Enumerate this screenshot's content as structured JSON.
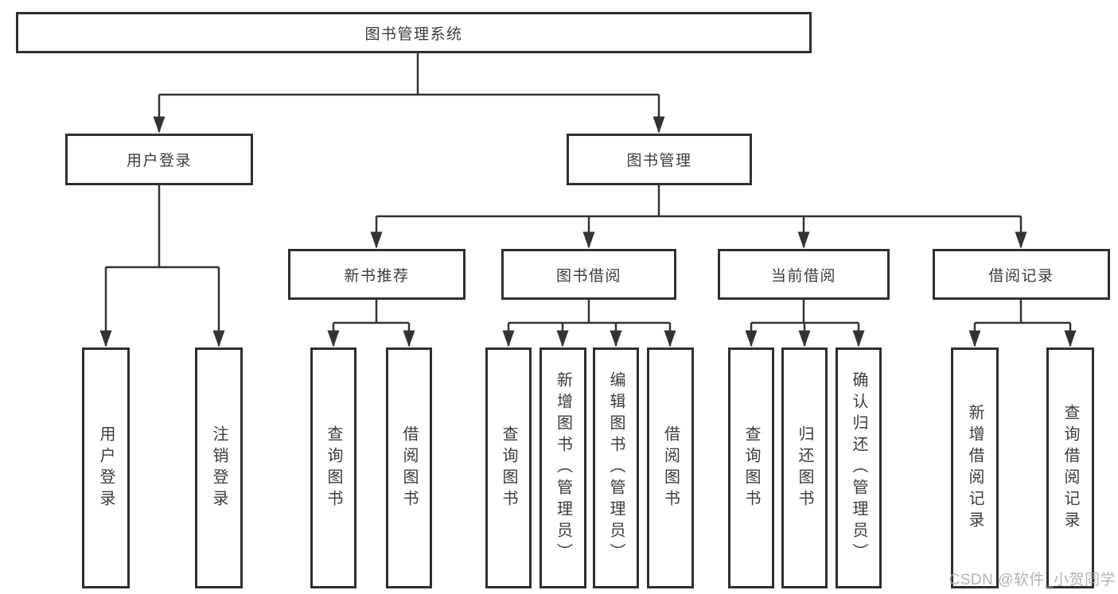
{
  "tree": {
    "root": {
      "label": "图书管理系统"
    },
    "level2": [
      {
        "label": "用户登录"
      },
      {
        "label": "图书管理"
      }
    ],
    "level3": [
      {
        "label": "新书推荐",
        "parent": "图书管理"
      },
      {
        "label": "图书借阅",
        "parent": "图书管理"
      },
      {
        "label": "当前借阅",
        "parent": "图书管理"
      },
      {
        "label": "借阅记录",
        "parent": "图书管理"
      }
    ],
    "leaves": [
      {
        "label": "用户登录",
        "parent": "用户登录"
      },
      {
        "label": "注销登录",
        "parent": "用户登录"
      },
      {
        "label": "查询图书",
        "parent": "新书推荐"
      },
      {
        "label": "借阅图书",
        "parent": "新书推荐"
      },
      {
        "label": "查询图书",
        "parent": "图书借阅"
      },
      {
        "label": "新增图书（管理员）",
        "parent": "图书借阅"
      },
      {
        "label": "编辑图书（管理员）",
        "parent": "图书借阅"
      },
      {
        "label": "借阅图书",
        "parent": "图书借阅"
      },
      {
        "label": "查询图书",
        "parent": "当前借阅"
      },
      {
        "label": "归还图书",
        "parent": "当前借阅"
      },
      {
        "label": "确认归还（管理员）",
        "parent": "当前借阅"
      },
      {
        "label": "新增借阅记录",
        "parent": "借阅记录"
      },
      {
        "label": "查询借阅记录",
        "parent": "借阅记录"
      }
    ]
  },
  "watermark": "CSDN @软件_小贺同学",
  "colors": {
    "line": "#333333",
    "border": "#2f2f2f",
    "text": "#3c3c3c",
    "watermark": "#a6a6a6",
    "background": "#ffffff"
  }
}
